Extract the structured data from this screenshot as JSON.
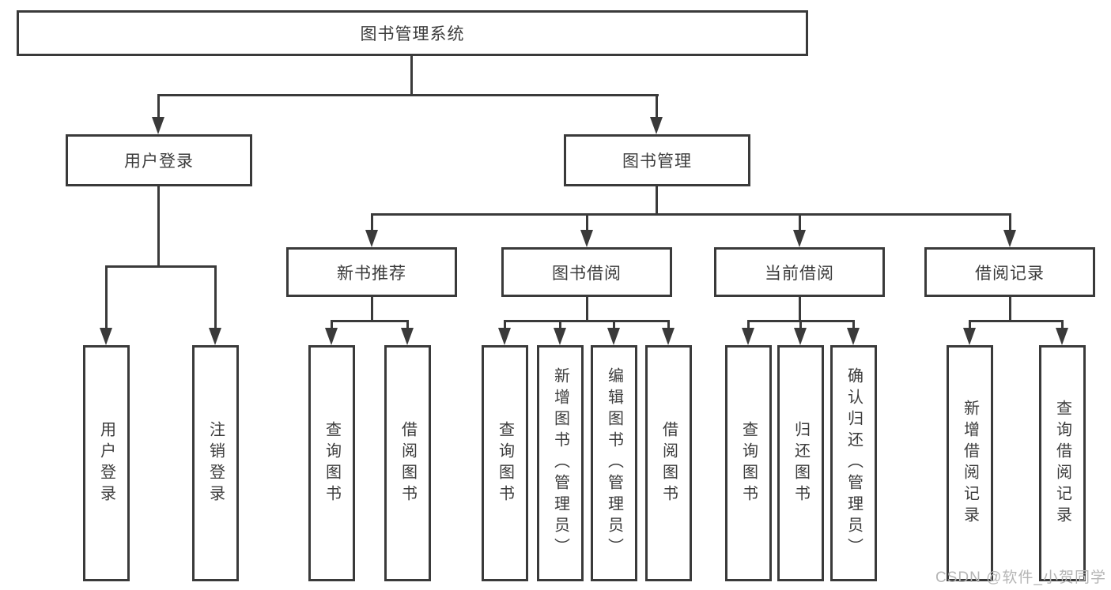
{
  "tree": {
    "root": {
      "label": "图书管理系统"
    },
    "branches": [
      {
        "label": "用户登录",
        "children": [
          {
            "label": "用户登录"
          },
          {
            "label": "注销登录"
          }
        ]
      },
      {
        "label": "图书管理",
        "children": [
          {
            "label": "新书推荐",
            "children": [
              {
                "label": "查询图书"
              },
              {
                "label": "借阅图书"
              }
            ]
          },
          {
            "label": "图书借阅",
            "children": [
              {
                "label": "查询图书"
              },
              {
                "label": "新增图书（管理员）"
              },
              {
                "label": "编辑图书（管理员）"
              },
              {
                "label": "借阅图书"
              }
            ]
          },
          {
            "label": "当前借阅",
            "children": [
              {
                "label": "查询图书"
              },
              {
                "label": "归还图书"
              },
              {
                "label": "确认归还（管理员）"
              }
            ]
          },
          {
            "label": "借阅记录",
            "children": [
              {
                "label": "新增借阅记录"
              },
              {
                "label": "查询借阅记录"
              }
            ]
          }
        ]
      }
    ]
  },
  "watermark": {
    "text": "CSDN @软件_小贺同学"
  },
  "colors": {
    "line": "#3a3a3a",
    "text": "#3c3c3c",
    "watermark": "#b5b5b5",
    "background": "#ffffff"
  }
}
